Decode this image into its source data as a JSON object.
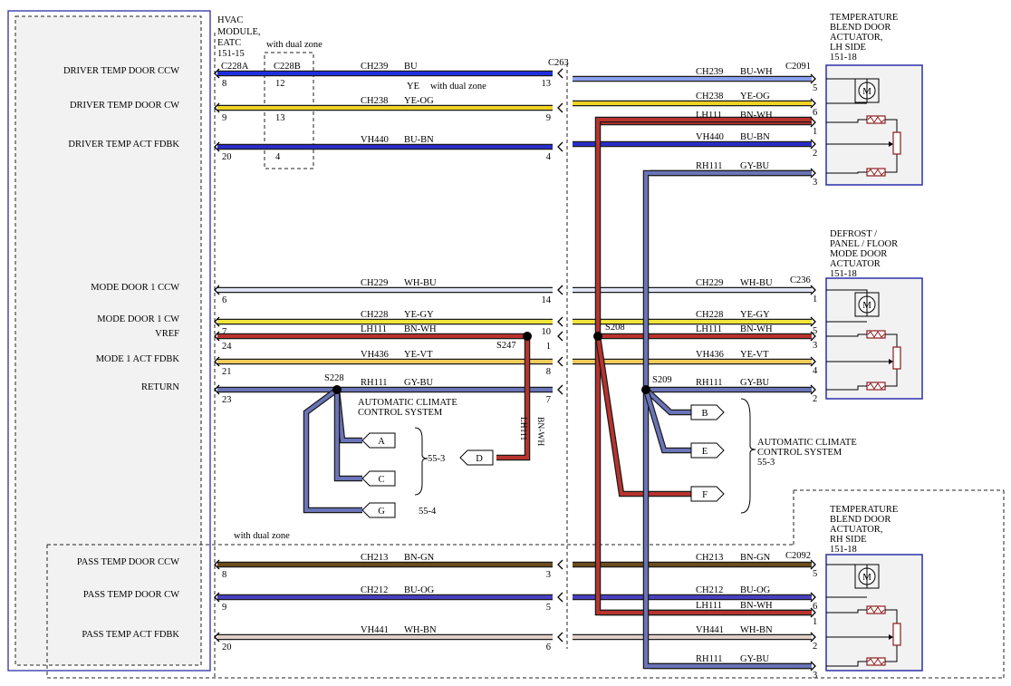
{
  "module": {
    "name_lines": [
      "HVAC",
      "MODULE,",
      "EATC",
      "151-15"
    ],
    "dual_zone_note": "with dual zone",
    "dual_zone_section_note": "with dual zone",
    "conn_a": "C228A",
    "conn_b": "C228B",
    "conn_mid": "C263",
    "ye_note": "YE",
    "ye_dual_note": "with dual zone"
  },
  "circuit_labels": [
    "DRIVER TEMP DOOR CCW",
    "DRIVER TEMP DOOR CW",
    "DRIVER TEMP ACT FDBK",
    "MODE DOOR 1 CCW",
    "MODE DOOR 1 CW",
    "VREF",
    "MODE 1 ACT FDBK",
    "RETURN",
    "PASS TEMP DOOR CCW",
    "PASS TEMP DOOR CW",
    "PASS TEMP ACT FDBK"
  ],
  "left_wires": [
    {
      "circuit": "CH239",
      "color": "BU",
      "pin_a": "8",
      "pin_b": "12",
      "pin_mid": "13"
    },
    {
      "circuit": "CH238",
      "color": "YE-OG",
      "pin_a": "9",
      "pin_b": "13",
      "pin_mid": "9"
    },
    {
      "circuit": "VH440",
      "color": "BU-BN",
      "pin_a": "20",
      "pin_b": "4",
      "pin_mid": "4"
    },
    {
      "circuit": "CH229",
      "color": "WH-BU",
      "pin_a": "6",
      "pin_mid": "14"
    },
    {
      "circuit": "CH228",
      "color": "YE-GY",
      "pin_a": "7",
      "pin_mid": "10"
    },
    {
      "circuit": "LH111",
      "color": "BN-WH",
      "pin_a": "24",
      "pin_mid": "1"
    },
    {
      "circuit": "VH436",
      "color": "YE-VT",
      "pin_a": "21",
      "pin_mid": "8"
    },
    {
      "circuit": "RH111",
      "color": "GY-BU",
      "pin_a": "23",
      "pin_mid": "7"
    },
    {
      "circuit": "CH213",
      "color": "BN-GN",
      "pin_a": "8",
      "pin_mid": "3"
    },
    {
      "circuit": "CH212",
      "color": "BU-OG",
      "pin_a": "9",
      "pin_mid": "5"
    },
    {
      "circuit": "VH441",
      "color": "WH-BN",
      "pin_a": "20",
      "pin_mid": "6"
    }
  ],
  "actuators": [
    {
      "name_lines": [
        "TEMPERATURE",
        "BLEND DOOR",
        "ACTUATOR,",
        "LH SIDE",
        "151-18"
      ],
      "connector": "C2091",
      "wires": [
        {
          "circuit": "CH239",
          "color": "BU-WH",
          "pin": "5"
        },
        {
          "circuit": "CH238",
          "color": "YE-OG",
          "pin": "6"
        },
        {
          "circuit": "LH111",
          "color": "BN-WH",
          "pin": "1"
        },
        {
          "circuit": "VH440",
          "color": "BU-BN",
          "pin": "2"
        },
        {
          "circuit": "RH111",
          "color": "GY-BU",
          "pin": "3"
        }
      ]
    },
    {
      "name_lines": [
        "DEFROST /",
        "PANEL / FLOOR",
        "MODE DOOR",
        "ACTUATOR",
        "151-18"
      ],
      "connector": "C236",
      "wires": [
        {
          "circuit": "CH229",
          "color": "WH-BU",
          "pin": "1"
        },
        {
          "circuit": "CH228",
          "color": "YE-GY",
          "pin": "5"
        },
        {
          "circuit": "LH111",
          "color": "BN-WH",
          "pin": "3"
        },
        {
          "circuit": "VH436",
          "color": "YE-VT",
          "pin": "4"
        },
        {
          "circuit": "RH111",
          "color": "GY-BU",
          "pin": "2"
        }
      ]
    },
    {
      "name_lines": [
        "TEMPERATURE",
        "BLEND DOOR",
        "ACTUATOR,",
        "RH SIDE",
        "151-18"
      ],
      "connector": "C2092",
      "wires": [
        {
          "circuit": "CH213",
          "color": "BN-GN",
          "pin": "5"
        },
        {
          "circuit": "CH212",
          "color": "BU-OG",
          "pin": "6"
        },
        {
          "circuit": "LH111",
          "color": "BN-WH",
          "pin": "1"
        },
        {
          "circuit": "VH441",
          "color": "WH-BN",
          "pin": "2"
        },
        {
          "circuit": "RH111",
          "color": "GY-BU",
          "pin": "3"
        }
      ]
    }
  ],
  "splices": [
    "S228",
    "S247",
    "S208",
    "S209"
  ],
  "vertical_wire": {
    "circuit": "LH111",
    "color": "BN-WH"
  },
  "refs_left": {
    "letters": [
      "A",
      "C",
      "G",
      "D"
    ],
    "group_label_lines": [
      "AUTOMATIC CLIMATE",
      "CONTROL SYSTEM"
    ],
    "page_ref": "55-3",
    "page_ref_g": "55-4"
  },
  "refs_right": {
    "letters": [
      "B",
      "E",
      "F"
    ],
    "group_label_lines": [
      "AUTOMATIC CLIMATE",
      "CONTROL SYSTEM"
    ],
    "page_ref": "55-3"
  },
  "motor_symbol": "M",
  "wire_colors": {
    "BU": "#1f2ee0",
    "BU-WH": "#8aa0ee",
    "YE-OG": "#f1d322",
    "BU-BN": "#2a2ec8",
    "WH-BU": "#dfe4f2",
    "YE-GY": "#f0e53a",
    "BN-WH": "#b8332e",
    "YE-VT": "#f0cc5a",
    "GY-BU": "#6a74b8",
    "BN-GN": "#6b4a1c",
    "BU-OG": "#4a3fc0",
    "WH-BN": "#e2cfc8",
    "wire_edge": "#1a1a1a",
    "box_border": "#2b2fa8",
    "box_fill": "#f2f2f2",
    "resistor": "#8b1a1a"
  }
}
